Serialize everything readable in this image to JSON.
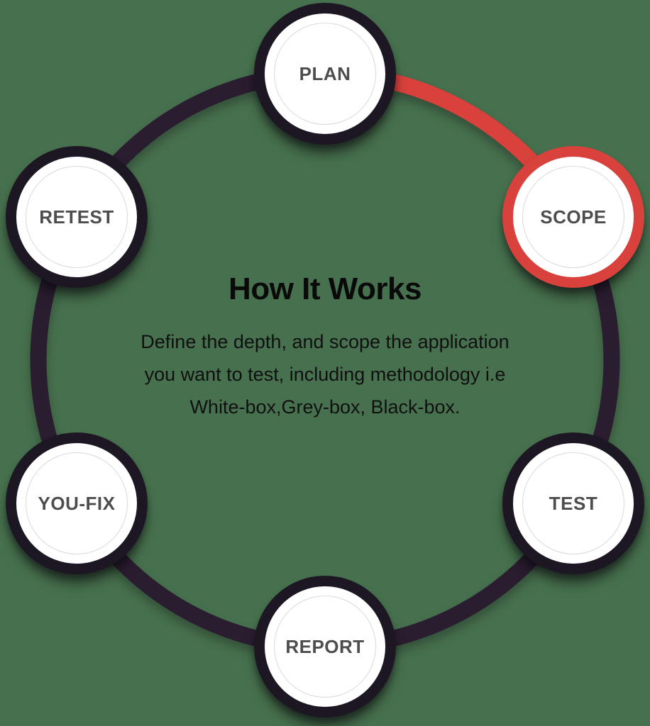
{
  "background_color": "#47714E",
  "ring": {
    "track_color": "#2B1D30",
    "active_color": "#D8413C"
  },
  "nodes": [
    {
      "id": "plan",
      "label": "PLAN",
      "state": "default"
    },
    {
      "id": "scope",
      "label": "SCOPE",
      "state": "active"
    },
    {
      "id": "test",
      "label": "TEST",
      "state": "default"
    },
    {
      "id": "report",
      "label": "REPORT",
      "state": "default"
    },
    {
      "id": "youfix",
      "label": "YOU-FIX",
      "state": "default"
    },
    {
      "id": "retest",
      "label": "RETEST",
      "state": "default"
    }
  ],
  "center": {
    "title": "How It Works",
    "description": "Define the depth, and scope the application you want to test, including methodology i.e White-box,Grey-box, Black-box."
  }
}
